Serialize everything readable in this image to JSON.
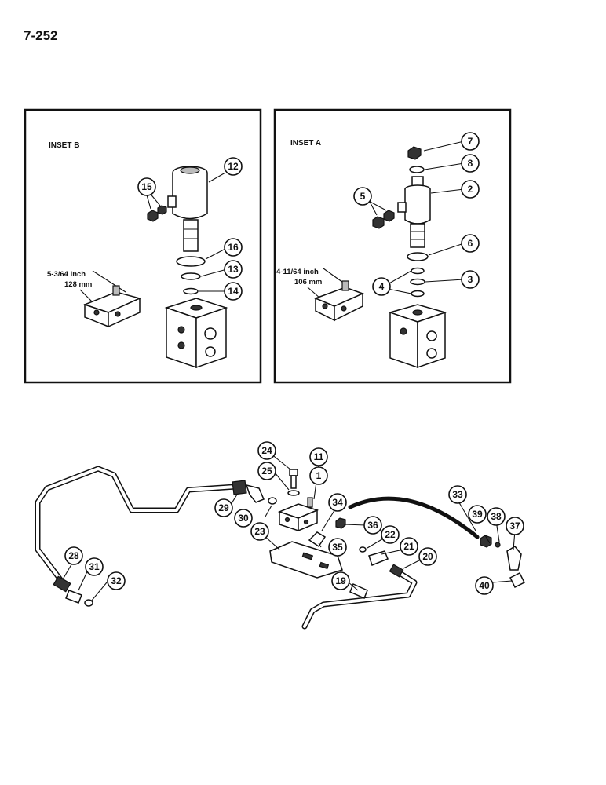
{
  "page_number": "7-252",
  "insets": [
    {
      "title": "INSET B",
      "dim_inch": "5-3/64 inch",
      "dim_mm": "128 mm"
    },
    {
      "title": "INSET A",
      "dim_inch": "4-11/64 inch",
      "dim_mm": "106 mm"
    }
  ],
  "callouts": [
    "1",
    "2",
    "3",
    "4",
    "5",
    "6",
    "7",
    "8",
    "11",
    "12",
    "13",
    "14",
    "15",
    "16",
    "19",
    "20",
    "21",
    "22",
    "23",
    "24",
    "25",
    "28",
    "29",
    "30",
    "31",
    "32",
    "33",
    "34",
    "35",
    "36",
    "37",
    "38",
    "39",
    "40"
  ]
}
